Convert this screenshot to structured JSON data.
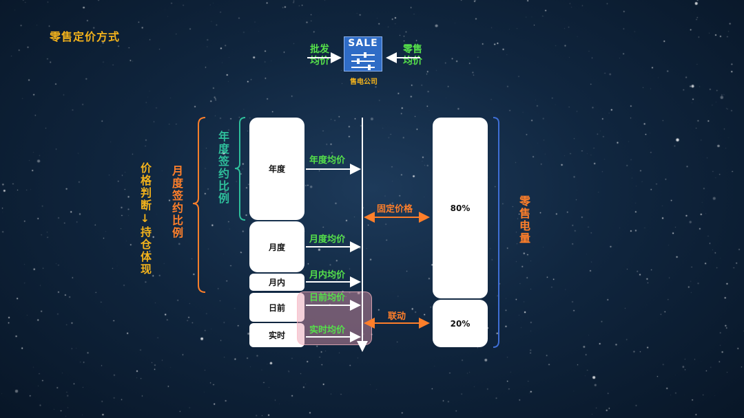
{
  "title": "零售定价方式",
  "header": {
    "sale_label": "SALE",
    "company": "售电公司",
    "left_label": [
      "批发",
      "均价"
    ],
    "right_label": [
      "零售",
      "均价"
    ]
  },
  "left_side": {
    "price_judgment": "价格判断↓持仓体现",
    "monthly_ratio": "月度签约比例",
    "annual_ratio": "年度签约比例"
  },
  "boxes": {
    "annual": "年度",
    "monthly": "月度",
    "intramonth": "月内",
    "dayahead": "日前",
    "realtime": "实时"
  },
  "arrows": {
    "annual_avg": "年度均价",
    "monthly_avg": "月度均价",
    "intramonth_avg": "月内均价",
    "dayahead_avg": "日前均价",
    "realtime_avg": "实时均价"
  },
  "right_side": {
    "fixed_price": "固定价格",
    "linked": "联动",
    "pct_fixed": "80%",
    "pct_linked": "20%",
    "retail_volume": "零售电量"
  },
  "colors": {
    "orange": "#ff7f2a",
    "green": "#55e04a",
    "gold": "#f2b21c",
    "teal": "#2fbf9b",
    "blue_bracket": "#3f6fd6",
    "sale_blue": "#2f6cc6"
  }
}
